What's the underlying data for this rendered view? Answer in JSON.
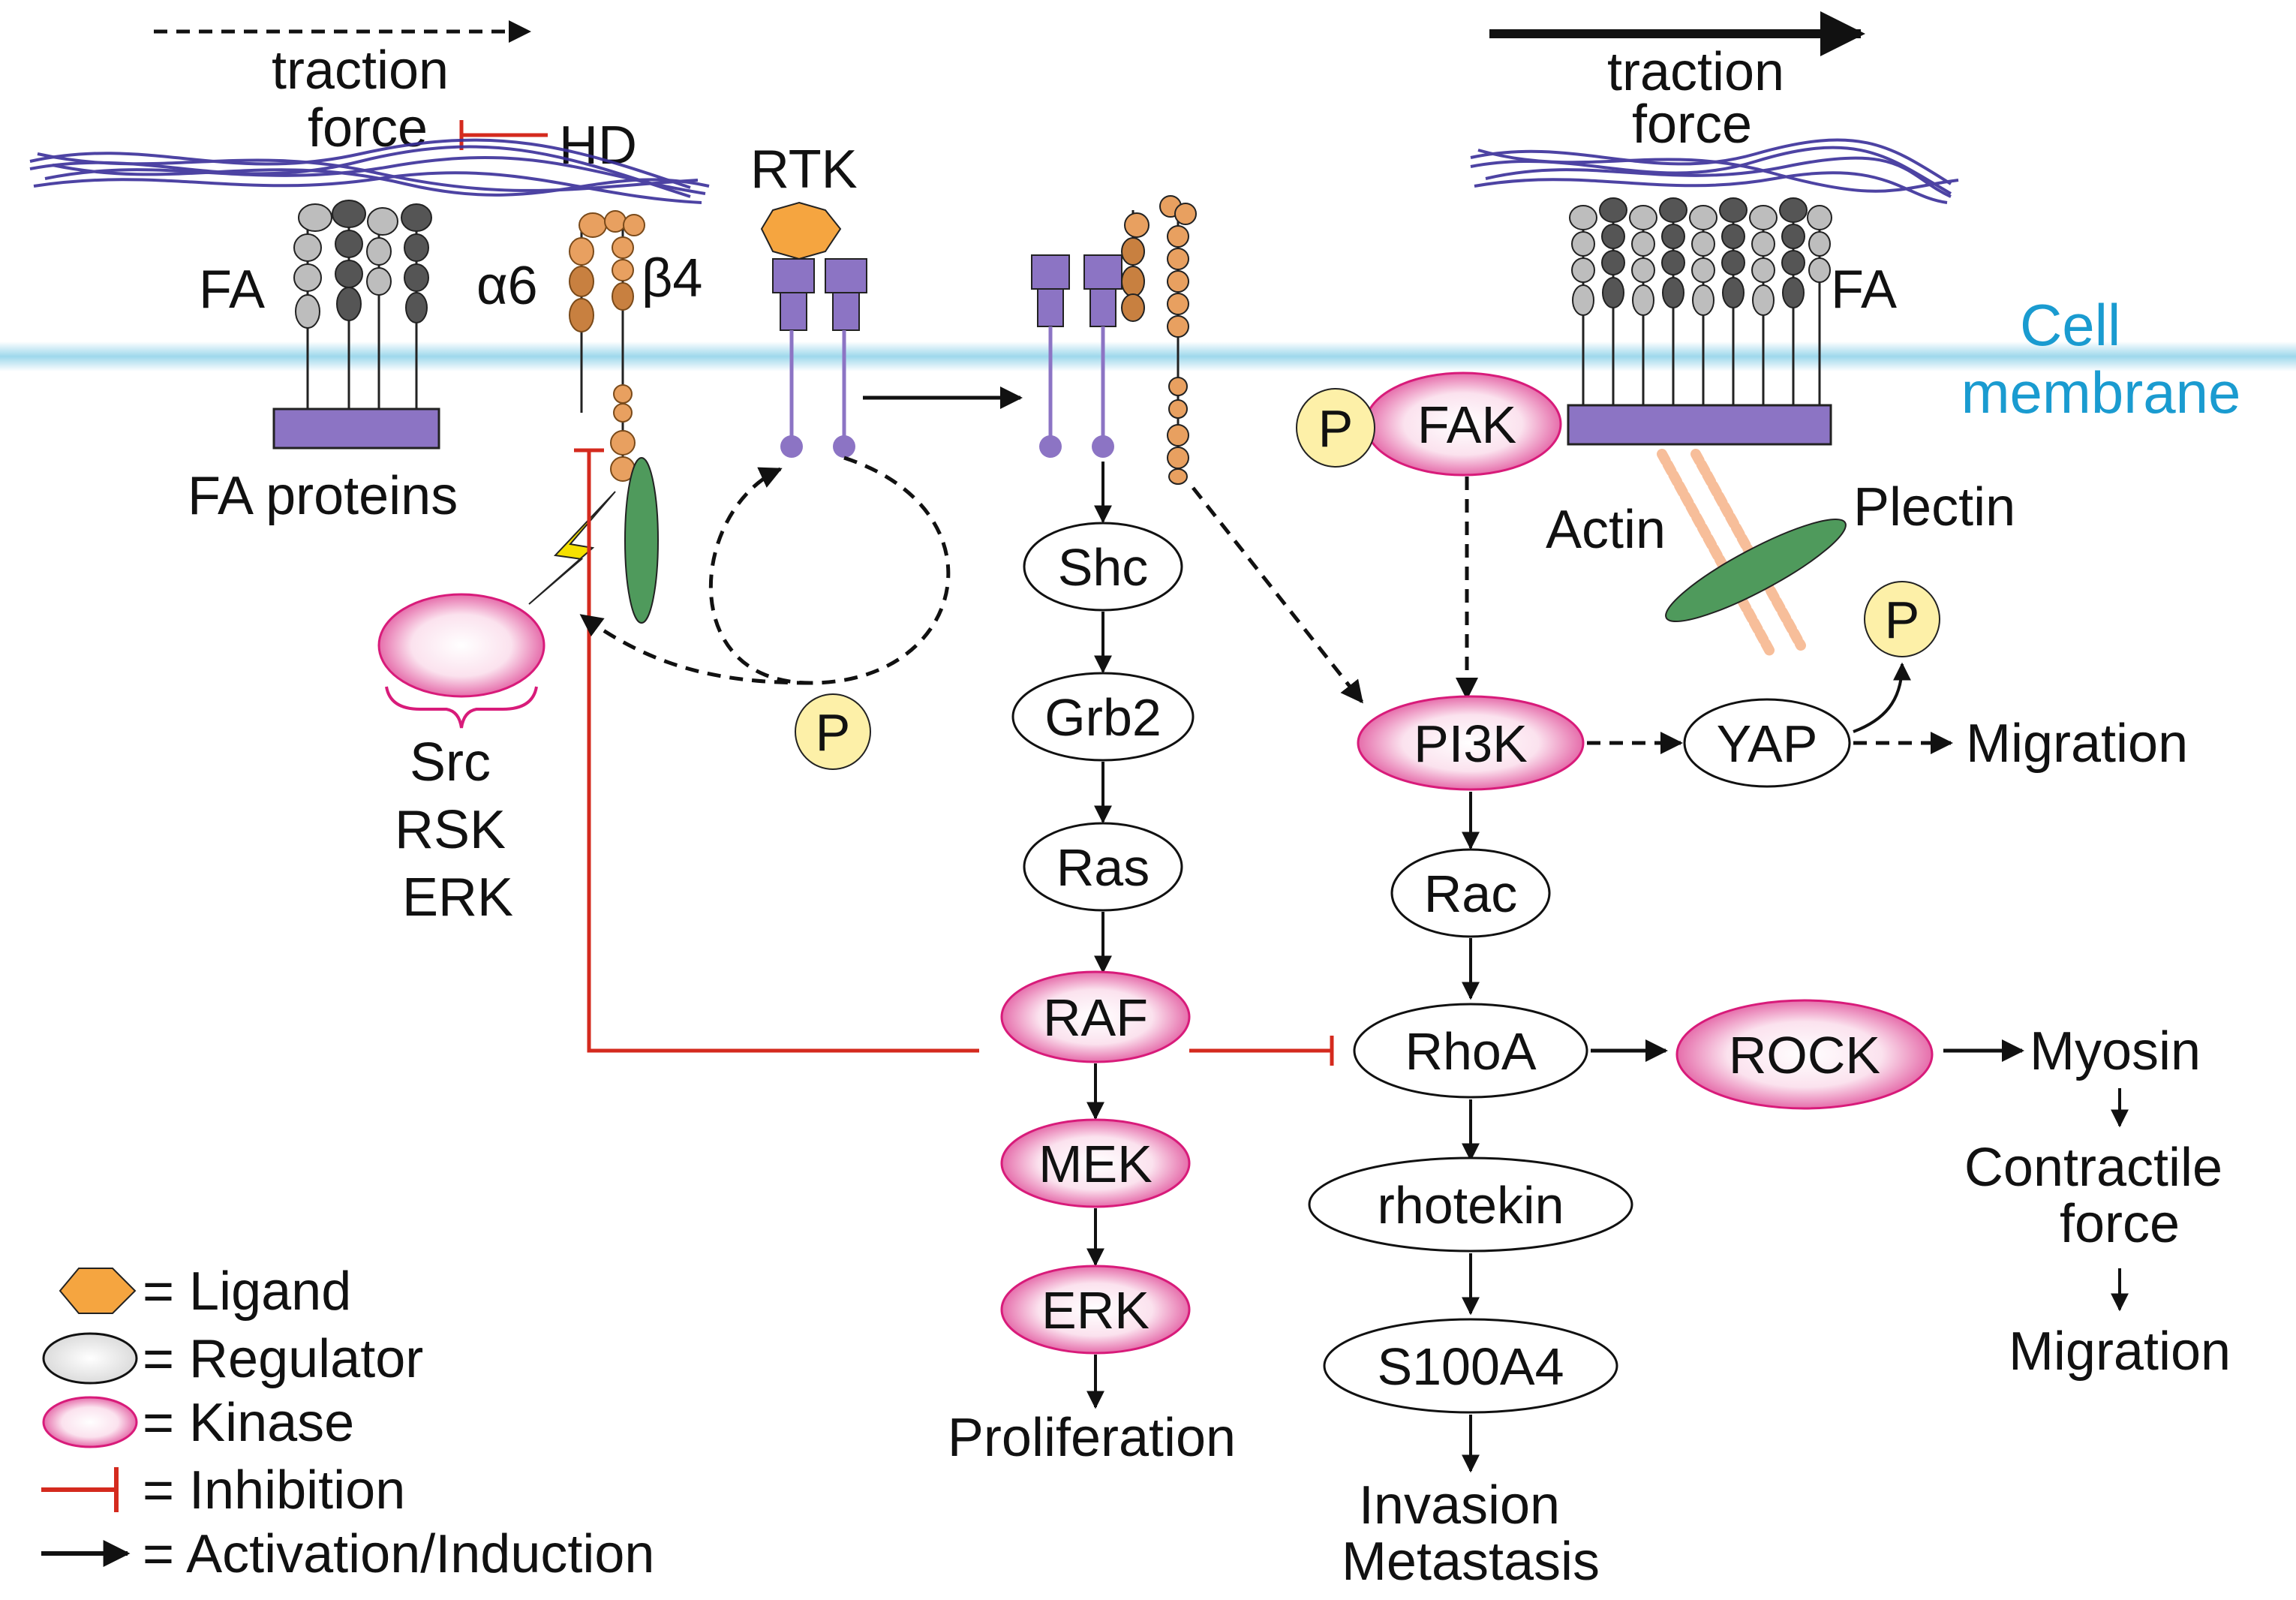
{
  "colors": {
    "membrane": "#9ed8ec",
    "membrane_text": "#1a9bd0",
    "kinase_fill": "#f5c6dc",
    "kinase_stroke": "#d81b7a",
    "inhibition": "#d42a1e",
    "ligand": "#f5a540",
    "receptor": "#8c74c4",
    "phospho": "#fdf0a8",
    "integrin": "#e8a060",
    "plectin": "#4f9a5c",
    "collagen": "#3a2f9a",
    "actin": "#f7b890",
    "fa_light": "#bdbdbd",
    "fa_dark": "#555555"
  },
  "top": {
    "traction_force_left": [
      "traction",
      "force"
    ],
    "hd": "HD",
    "traction_force_right": [
      "traction",
      "force"
    ],
    "fa_left": "FA",
    "fa_right": "FA",
    "alpha6": "α6",
    "beta4": "β4",
    "rtk": "RTK",
    "cell_membrane": [
      "Cell",
      "membrane"
    ],
    "fa_proteins": "FA proteins",
    "actin": "Actin",
    "plectin": "Plectin"
  },
  "kinases_stack": [
    "Src",
    "RSK",
    "ERK"
  ],
  "phospho_label": "P",
  "nodes": {
    "shc": "Shc",
    "grb2": "Grb2",
    "ras": "Ras",
    "raf": "RAF",
    "mek": "MEK",
    "erk": "ERK",
    "fak": "FAK",
    "pi3k": "PI3K",
    "yap": "YAP",
    "rac": "Rac",
    "rhoa": "RhoA",
    "rock": "ROCK",
    "rhotekin": "rhotekin",
    "s100a4": "S100A4"
  },
  "outcomes": {
    "proliferation": "Proliferation",
    "migration_yap": "Migration",
    "myosin": "Myosin",
    "contractile_force": [
      "Contractile",
      "force"
    ],
    "migration_rock": "Migration",
    "invasion_metastasis": [
      "Invasion",
      "Metastasis"
    ]
  },
  "legend": {
    "ligand": "= Ligand",
    "regulator": "= Regulator",
    "kinase": "= Kinase",
    "inhibition": "= Inhibition",
    "activation": "= Activation/Induction"
  }
}
